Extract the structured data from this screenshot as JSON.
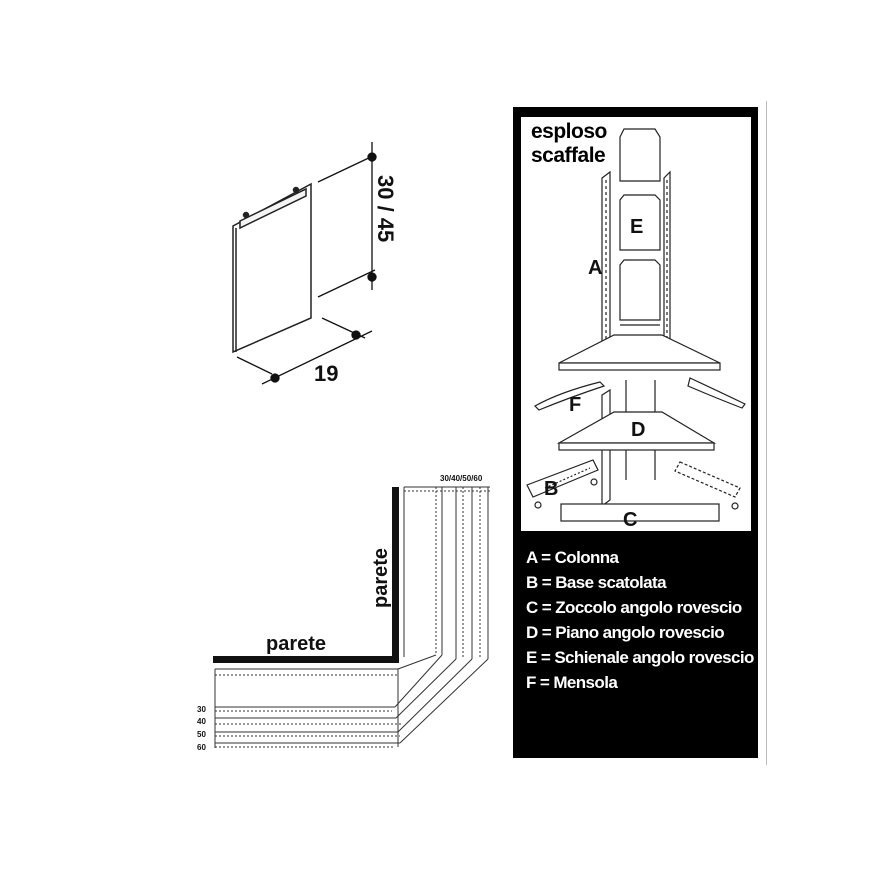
{
  "module": {
    "depth_label": "19",
    "height_label": "30 / 45"
  },
  "plan": {
    "wall_horizontal_label": "parete",
    "wall_vertical_label": "parete",
    "top_depths_label": "30/40/50/60",
    "side_depths": [
      "30",
      "40",
      "50",
      "60"
    ]
  },
  "exploded": {
    "title_line1": "esploso",
    "title_line2": "scaffale",
    "part_letters": [
      "A",
      "B",
      "C",
      "D",
      "E",
      "F"
    ]
  },
  "legend": [
    "A = Colonna",
    "B = Base scatolata",
    "C = Zoccolo angolo rovescio",
    "D = Piano angolo rovescio",
    "E = Schienale angolo rovescio",
    "F = Mensola"
  ],
  "colors": {
    "panel_bg": "#000000",
    "panel_inner": "#ffffff",
    "line": "#111111"
  }
}
